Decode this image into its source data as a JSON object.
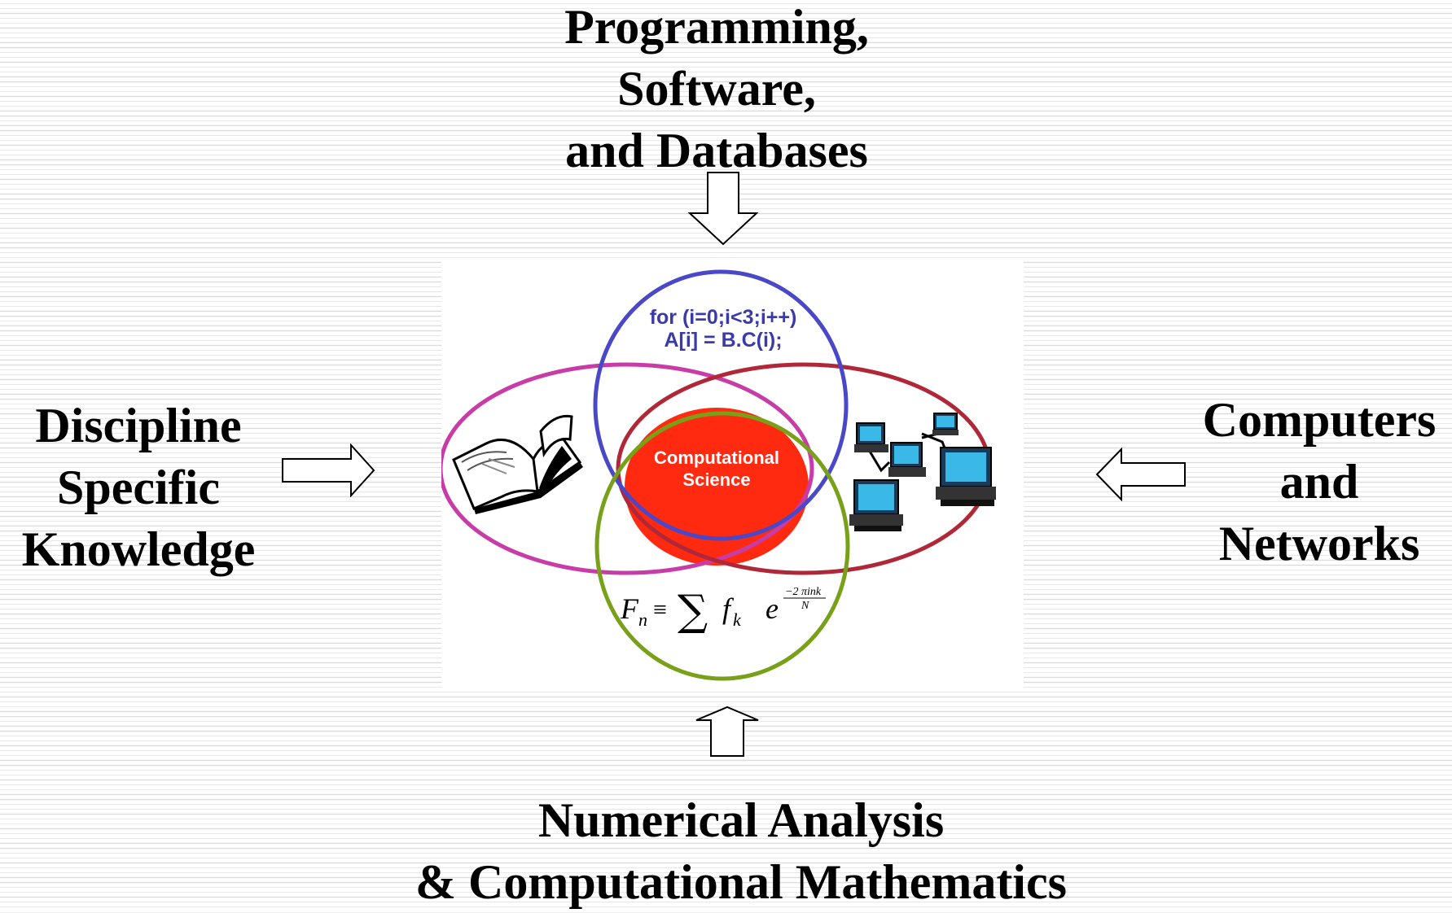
{
  "top_label": {
    "lines": [
      "Programming,",
      "Software,",
      "and Databases"
    ]
  },
  "left_label": {
    "lines": [
      "Discipline",
      "Specific",
      "Knowledge"
    ]
  },
  "right_label": {
    "lines": [
      "Computers",
      "and",
      "Networks"
    ]
  },
  "bottom_label": {
    "lines": [
      "Numerical Analysis",
      "& Computational Mathematics"
    ]
  },
  "venn": {
    "code_lines": [
      "for (i=0;i<3;i++)",
      "A[i] = B.C(i);"
    ],
    "center_lines": [
      "Computational",
      "Science"
    ],
    "formula": {
      "lhs": "F",
      "lhs_sub": "n",
      "equiv": "≡",
      "sum": "∑",
      "term": "f",
      "term_sub": "k",
      "exp_base": "e",
      "exp_num": "−2 πink",
      "exp_den": "N"
    }
  },
  "colors": {
    "software_circle": "#4848c8",
    "discipline_circle": "#c83ca8",
    "computers_circle": "#b02838",
    "math_circle": "#78a018",
    "center_fill": "#ff2a10",
    "code_text": "#3a3aa8"
  },
  "icons": [
    "arrow-down-icon",
    "arrow-right-icon",
    "arrow-left-icon",
    "arrow-up-icon",
    "open-book-icon",
    "network-computers-icon"
  ]
}
